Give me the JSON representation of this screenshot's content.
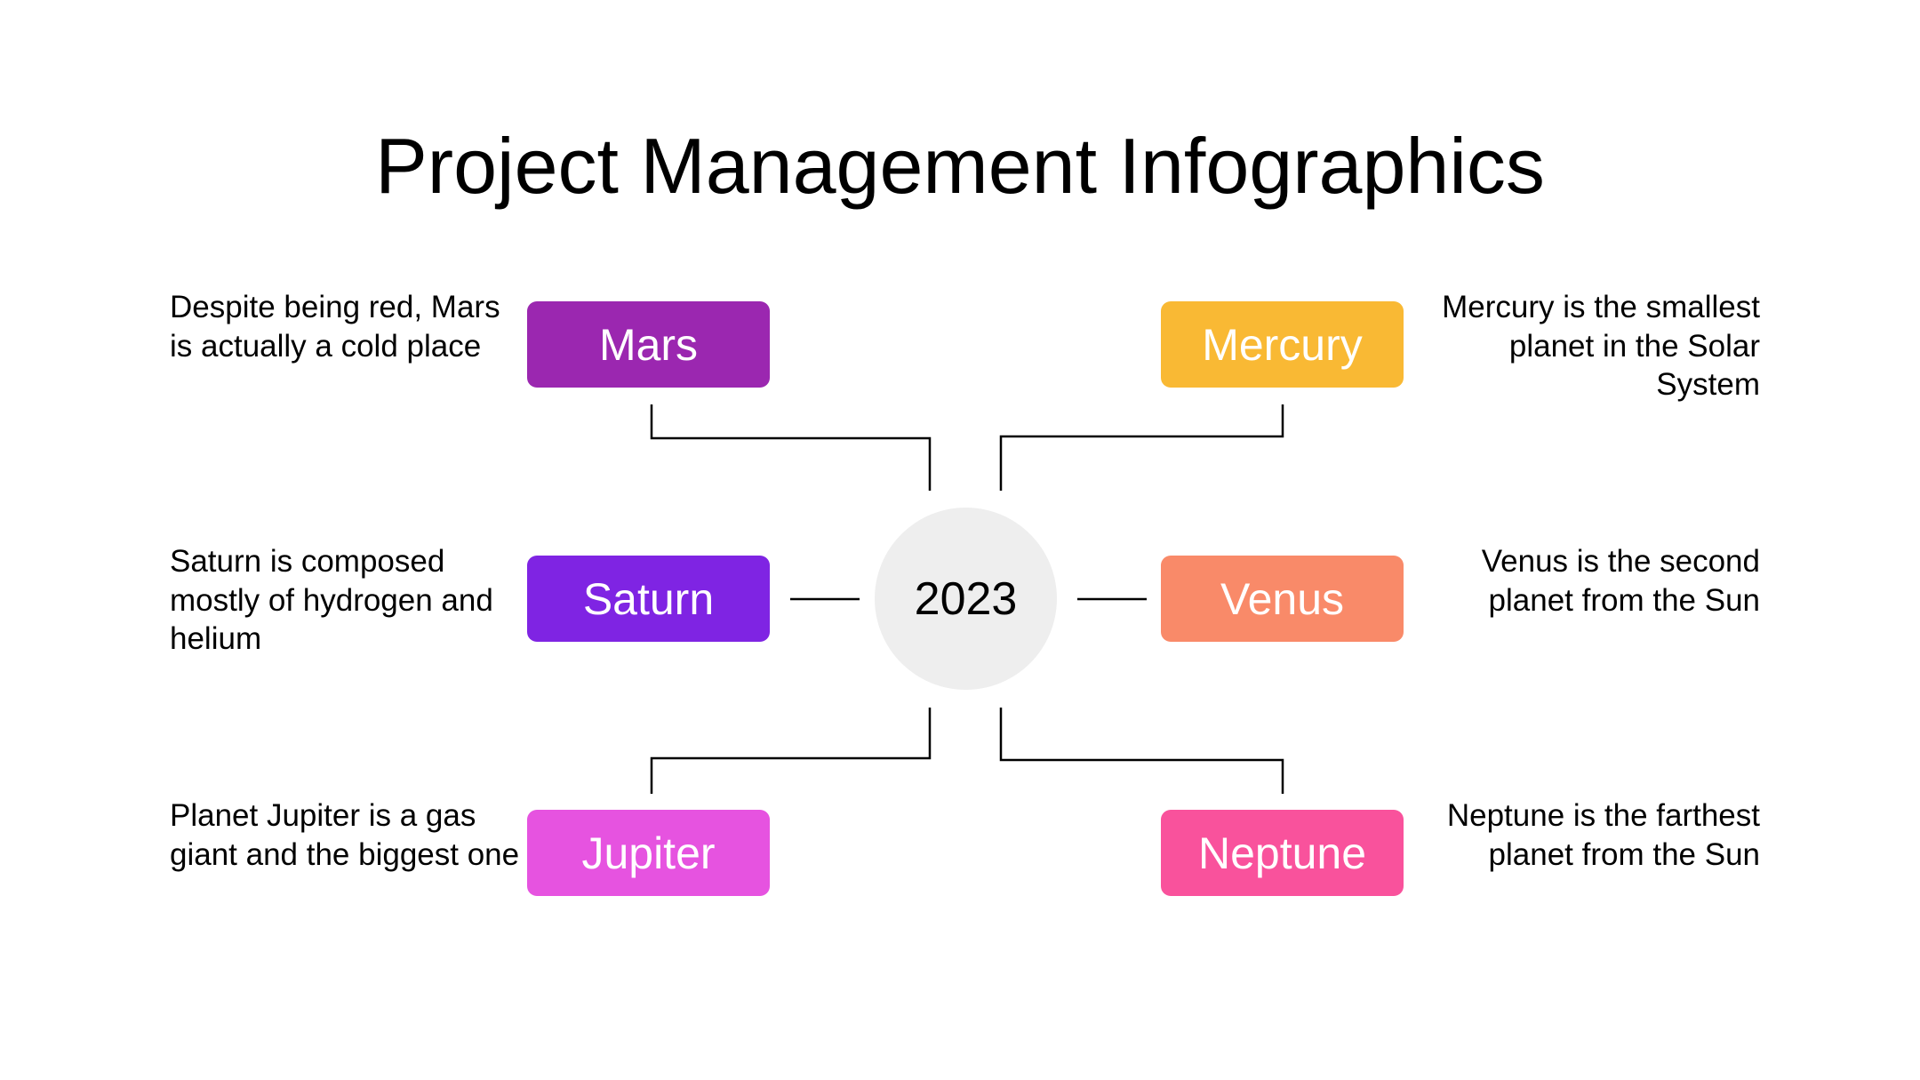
{
  "title": "Project Management Infographics",
  "center": {
    "year": "2023",
    "color": "#eeeeee"
  },
  "items": [
    {
      "name": "Mars",
      "color": "#9b27b0",
      "description": "Despite being red, Mars is actually a cold place"
    },
    {
      "name": "Mercury",
      "color": "#f9b934",
      "description": "Mercury is the smallest planet in the Solar System"
    },
    {
      "name": "Saturn",
      "color": "#7f24e3",
      "description": "Saturn is composed mostly of hydrogen and helium"
    },
    {
      "name": "Venus",
      "color": "#f98a69",
      "description": "Venus is the second planet from the Sun"
    },
    {
      "name": "Jupiter",
      "color": "#e653e0",
      "description": "Planet Jupiter is a gas giant and the biggest one"
    },
    {
      "name": "Neptune",
      "color": "#f9529c",
      "description": "Neptune is the farthest planet from the Sun"
    }
  ]
}
